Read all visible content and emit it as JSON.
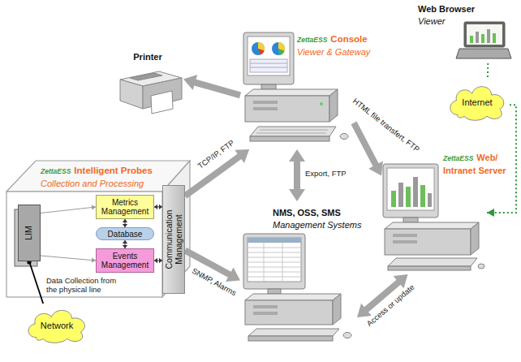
{
  "diagram": {
    "nodes": [
      {
        "text": [
          "Printer"
        ]
      },
      {
        "text": [
          "ZettaESS",
          "Console",
          "Viewer & Gateway"
        ]
      },
      {
        "text": [
          "Web Browser",
          "Viewer"
        ]
      },
      {
        "text": [
          "Internet"
        ]
      },
      {
        "text": [
          "ZettaESS",
          "Intelligent Probes",
          "Collection and Processing"
        ]
      },
      {
        "text": [
          "LIM"
        ],
        "in": 4
      },
      {
        "text": [
          "Metrics Management"
        ],
        "in": 4
      },
      {
        "text": [
          "Database"
        ],
        "in": 4
      },
      {
        "text": [
          "Events Management"
        ],
        "in": 4
      },
      {
        "text": [
          "Communication Management"
        ],
        "in": 4
      },
      {
        "text": [
          "ZettaESS",
          "Web/ Intranet Server"
        ]
      },
      {
        "text": [
          "NMS, OSS, SMS",
          "Management Systems"
        ]
      },
      {
        "text": [
          "Network"
        ]
      }
    ],
    "edges": [
      {
        "from": 5,
        "to": 6,
        "arrow": "to"
      },
      {
        "from": 5,
        "to": 8,
        "arrow": "to"
      },
      {
        "from": 7,
        "to": 6,
        "arrow": "both"
      },
      {
        "from": 7,
        "to": 8,
        "arrow": "both"
      },
      {
        "from": 6,
        "to": 9,
        "arrow": "both"
      },
      {
        "from": 8,
        "to": 9,
        "arrow": "both"
      },
      {
        "from": 12,
        "to": 5,
        "arrow": "none",
        "label": "Data Collection from the physical line"
      },
      {
        "from": 9,
        "to": 1,
        "arrow": "to",
        "label": "TCP/IP, FTP"
      },
      {
        "from": 9,
        "to": 11,
        "arrow": "to",
        "label": "SNMP, Alarms"
      },
      {
        "from": 1,
        "to": 0,
        "arrow": "to"
      },
      {
        "from": 1,
        "to": 11,
        "arrow": "both",
        "label": "Export, FTP"
      },
      {
        "from": 1,
        "to": 10,
        "arrow": "to",
        "label": "HTML file transfert, FTP"
      },
      {
        "from": 11,
        "to": 10,
        "arrow": "both",
        "label": "Access or update"
      },
      {
        "from": 2,
        "to": 3,
        "arrow": "none"
      },
      {
        "from": 3,
        "to": 10,
        "arrow": "to"
      }
    ]
  }
}
